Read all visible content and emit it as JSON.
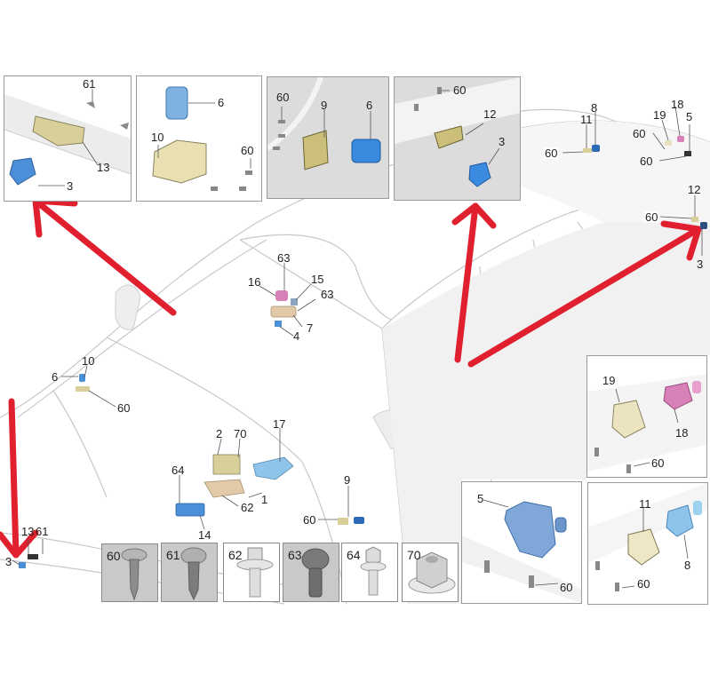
{
  "diagram": {
    "title": "",
    "colors": {
      "arrow": "#e0202e",
      "part_blue": "#4a8fd8",
      "part_light_blue": "#8ec4ea",
      "part_beige": "#d9cf9a",
      "part_pink": "#d880b8",
      "part_tan": "#e2c9a8",
      "body_line": "#c8c8c8"
    },
    "insets": [
      {
        "id": "inset-front-camera",
        "labels": [
          "61",
          "13",
          "3"
        ]
      },
      {
        "id": "inset-6-10",
        "labels": [
          "6",
          "10",
          "60"
        ]
      },
      {
        "id": "inset-9-6",
        "labels": [
          "60",
          "9",
          "6"
        ]
      },
      {
        "id": "inset-rear-camera",
        "labels": [
          "60",
          "12",
          "3"
        ]
      },
      {
        "id": "inset-19-18",
        "labels": [
          "19",
          "18",
          "60"
        ]
      },
      {
        "id": "inset-5",
        "labels": [
          "5",
          "60"
        ]
      },
      {
        "id": "inset-11-8",
        "labels": [
          "11",
          "8",
          "60"
        ]
      }
    ],
    "callouts": {
      "mirror_roof": [
        "63",
        "16",
        "15",
        "63",
        "7",
        "4"
      ],
      "front_left": [
        "10",
        "6",
        "60"
      ],
      "center": [
        "2",
        "70",
        "17",
        "64",
        "1",
        "62",
        "14"
      ],
      "door": [
        "9",
        "60"
      ],
      "bumper": [
        "13",
        "61",
        "3"
      ],
      "rear_top": [
        "8",
        "11",
        "60",
        "18",
        "19",
        "5",
        "60",
        "60"
      ],
      "rear_side": [
        "12",
        "60",
        "3"
      ]
    },
    "fasteners": [
      {
        "num": "60",
        "type": "pan-head-tapping-screw"
      },
      {
        "num": "61",
        "type": "torx-pan-head-tapping-screw"
      },
      {
        "num": "62",
        "type": "hex-flange-bolt-with-washer"
      },
      {
        "num": "63",
        "type": "torx-pan-head-bolt"
      },
      {
        "num": "64",
        "type": "hex-flange-bolt"
      },
      {
        "num": "70",
        "type": "hex-flange-nut"
      }
    ]
  }
}
